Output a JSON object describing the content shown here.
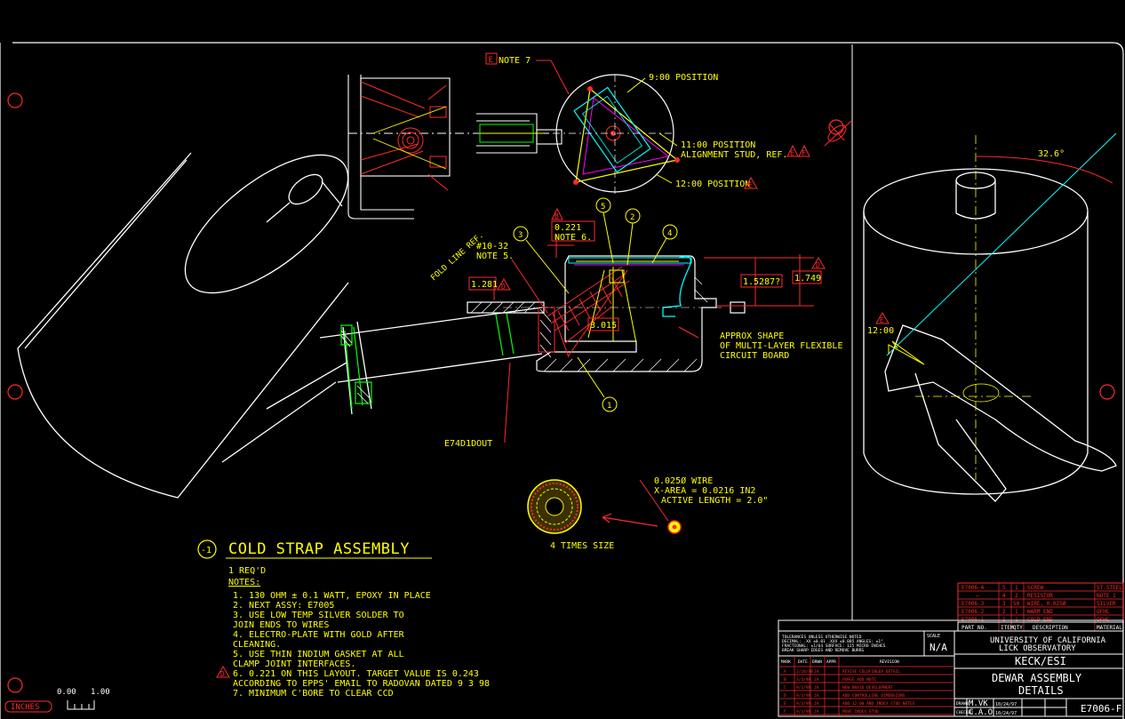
{
  "colors": {
    "background": "#000000",
    "frame": "#ffffff",
    "annotation": "#ffff00",
    "dimension": "#ff2a2a",
    "accent": "#00ffff",
    "green": "#00ff00",
    "magenta": "#ff00ff"
  },
  "callouts": {
    "note7_tag": "E",
    "note7": "NOTE 7",
    "pos_900": "9:00 POSITION",
    "pos_1100": "11:00 POSITION",
    "alignment_stud": "ALIGNMENT STUD, REF.",
    "tag_e1": "E",
    "tag_f1": "F",
    "pos_1200": "12:00 POSITION",
    "tag_e2": "E",
    "fold_line": "FOLD LINE REF.",
    "screw": "#10-32",
    "note5": "NOTE 5.",
    "dim_1281": "1.281",
    "tag_d1": "D",
    "dim_0221": "0.221",
    "note6": "NOTE 6.",
    "tag_b": "B",
    "dim_3015": "3.015",
    "dim_15287": "1.5287?",
    "dim_1749": "1.749",
    "tag_d2": "D",
    "approx_shape": "APPROX SHAPE",
    "multilayer": "OF MULTI-LAYER FLEXIBLE",
    "circuit_board": "CIRCUIT BOARD",
    "part_ref": "E74D1DOUT",
    "balloon_1": "1",
    "balloon_2": "2",
    "balloon_3": "3",
    "balloon_4": "4",
    "balloon_5": "5",
    "wire": "0.025Ø WIRE",
    "x_area": "X-AREA = 0.0216 IN2",
    "active_length": "ACTIVE LENGTH = 2.0\"",
    "times_size": "4 TIMES SIZE",
    "angle": "32.6°",
    "tag_e3": "E",
    "pos_12": "12:00"
  },
  "assembly": {
    "number": "-1",
    "title": "COLD STRAP ASSEMBLY",
    "reqd": "1 REQ'D",
    "notes_label": "NOTES:",
    "notes": [
      "1.  130 OHM ± 0.1 WATT, EPOXY IN PLACE",
      "2.  NEXT ASSY: E7005",
      "3.  USE LOW TEMP SILVER SOLDER TO",
      "     JOIN ENDS TO WIRES",
      "4.  ELECTRO-PLATE WITH GOLD AFTER",
      "     CLEANING.",
      "5.  USE THIN INDIUM GASKET AT ALL",
      "     CLAMP JOINT INTERFACES.",
      "6.  0.221 ON THIS LAYOUT. TARGET VALUE IS 0.243",
      "     ACCORDING TO EPPS' EMAIL TO RADOVAN DATED 9 3 98",
      "7.  MINIMUM C'BORE TO CLEAR CCD"
    ],
    "note6_tag": "D"
  },
  "scale": {
    "start": "0.00",
    "end": "1.00",
    "units": "INCHES"
  },
  "parts_list": {
    "rows": [
      [
        "E7006-4",
        "5",
        "1",
        "SCREW",
        "ST.STEEL"
      ],
      [
        "–",
        "4",
        "2",
        "RESISTOR",
        "NOTE 1"
      ],
      [
        "E7006-3",
        "3",
        "50",
        "WIRE, 0.025Ø",
        "SILVER"
      ],
      [
        "E7006-2",
        "2",
        "1",
        "WARM END",
        "OFHC"
      ],
      [
        "E7006-1",
        "1",
        "1",
        "COLD END",
        "OFHC"
      ]
    ],
    "headers": [
      "PART NO.",
      "ITEM",
      "QTY",
      "DESCRIPTION",
      "MATERIAL"
    ]
  },
  "title_block": {
    "tolerances": [
      "TOLERANCES UNLESS OTHERWISE NOTED",
      "DECIMAL: .XX ±0.01 .XXX ±0.005 ANGLES: ±1°",
      "FRACTIONAL: ±1/64  SURFACE: 125 MICRO INCHES",
      "BREAK SHARP EDGES AND REMOVE BURRS"
    ],
    "scale_label": "SCALE",
    "scale_value": "N/A",
    "university": "UNIVERSITY OF CALIFORNIA",
    "observatory": "LICK OBSERVATORY",
    "project": "KECK/ESI",
    "title1": "DEWAR ASSEMBLY",
    "title2": "DETAILS",
    "drawn_label": "DRAWN",
    "drawn_by": "M.VK",
    "checked_label": "CHECKED",
    "checked_by": "C.A.O",
    "date1": "10/24/97",
    "date2": "10/24/97",
    "drawing_no": "E7006-F",
    "rev_headers": [
      "MARK",
      "DATE",
      "DRWN",
      "APPR",
      "REVISION"
    ],
    "revisions": [
      [
        "A",
        "2/20/98",
        "JA",
        "",
        "REVISE COLDFINGER DETAIL"
      ],
      [
        "B",
        "3/3/98",
        "JA",
        "",
        "PURGE ADD NOTE"
      ],
      [
        "C",
        "9/1/98",
        "JA",
        "",
        "NEW BRAID DEVELOPMENT"
      ],
      [
        "D",
        "9/3/98",
        "JA",
        "",
        "ADD CONTROLLING DIMENSIONS"
      ],
      [
        "E",
        "9/3/98",
        "JA",
        "",
        "ADD 12:00 AND INDEX STUD NOTES"
      ],
      [
        "F",
        "9/3/98",
        "JA",
        "",
        "MOVE INDEX STUD"
      ]
    ]
  }
}
